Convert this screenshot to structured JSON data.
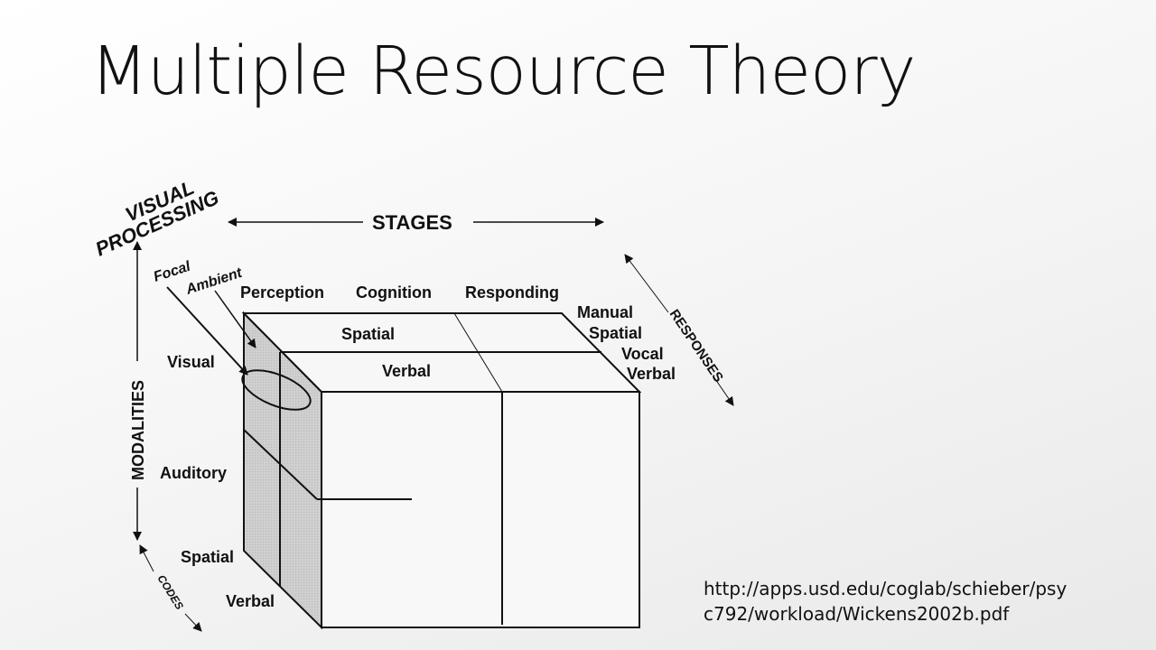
{
  "slide": {
    "title": "Multiple Resource Theory",
    "source_line1": "http://apps.usd.edu/coglab/schieber/psy",
    "source_line2": "c792/workload/Wickens2002b.pdf"
  },
  "diagram": {
    "axes": {
      "stages": "STAGES",
      "modalities": "MODALITIES",
      "visual_processing_line1": "VISUAL",
      "visual_processing_line2": "PROCESSING",
      "responses": "RESPONSES",
      "codes": "CODES"
    },
    "stages": [
      "Perception",
      "Cognition",
      "Responding"
    ],
    "visual_channels": [
      "Focal",
      "Ambient"
    ],
    "modalities": [
      "Visual",
      "Auditory"
    ],
    "codes": [
      "Spatial",
      "Verbal"
    ],
    "top_codes": [
      "Spatial",
      "Verbal"
    ],
    "responses": [
      "Manual",
      "Spatial",
      "Vocal",
      "Verbal"
    ]
  }
}
